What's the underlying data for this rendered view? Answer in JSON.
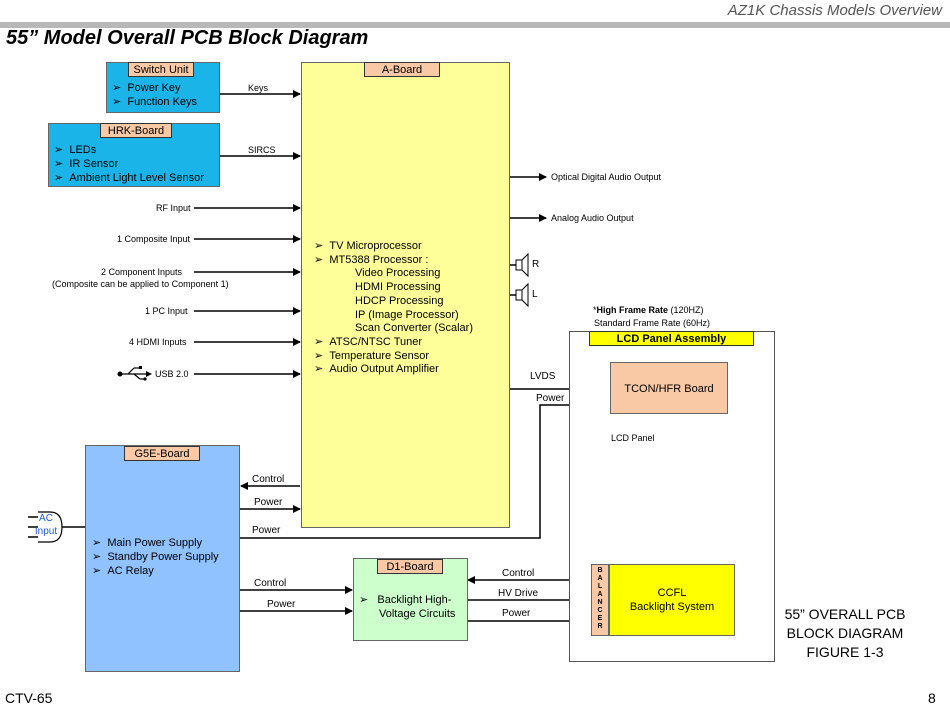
{
  "header": {
    "chassis_title": "AZ1K Chassis Models Overview"
  },
  "page_title": "55” Model Overall PCB Block Diagram",
  "switch_unit": {
    "tag": "Switch Unit",
    "items": [
      "Power Key",
      "Function Keys"
    ]
  },
  "hrk_board": {
    "tag": "HRK-Board",
    "items": [
      "LEDs",
      "IR Sensor",
      "Ambient Light Level Sensor"
    ]
  },
  "a_board": {
    "tag": "A-Board",
    "items": [
      "TV Microprocessor",
      "MT5388 Processor :"
    ],
    "sub_items": [
      "Video Processing",
      "HDMI Processing",
      "HDCP Processing",
      "IP (Image Processor)",
      "Scan Converter (Scalar)"
    ],
    "items2": [
      "ATSC/NTSC Tuner",
      "Temperature Sensor",
      "Audio Output Amplifier"
    ]
  },
  "inputs": {
    "keys": "Keys",
    "sircs": "SIRCS",
    "rf": "RF Input",
    "composite": "1 Composite Input",
    "component": "2 Component Inputs",
    "component_note": "(Composite can be applied to Component 1)",
    "pc": "1 PC Input",
    "hdmi": "4 HDMI Inputs",
    "usb": "USB 2.0"
  },
  "outputs": {
    "optical": "Optical Digital Audio Output",
    "analog": "Analog Audio Output",
    "speaker_r": "R",
    "speaker_l": "L"
  },
  "frame_rate": {
    "high_prefix": "*",
    "high_bold": "High Frame Rate",
    "high_rest": " (120HZ)",
    "standard": "Standard Frame Rate (60Hz)"
  },
  "lcd_assembly": {
    "tag": "LCD Panel Assembly",
    "tcon": "TCON/HFR Board",
    "panel_label": "LCD Panel",
    "ccfl": "CCFL\nBacklight System",
    "balancer": [
      "B",
      "A",
      "L",
      "A",
      "N",
      "C",
      "E",
      "R"
    ]
  },
  "signals": {
    "lvds": "LVDS",
    "power_tcon": "Power",
    "control_g5e": "Control",
    "power_g5e_in": "Power",
    "power_g5e_out": "Power",
    "control_d1": "Control",
    "power_d1": "Power",
    "control_ccfl": "Control",
    "hv_drive": "HV Drive",
    "power_ccfl": "Power"
  },
  "g5e_board": {
    "tag": "G5E-Board",
    "items": [
      "Main Power Supply",
      "Standby Power Supply",
      "AC Relay"
    ]
  },
  "ac_input": {
    "line1": "AC",
    "line2": "Input"
  },
  "d1_board": {
    "tag": "D1-Board",
    "items": [
      "Backlight High-",
      "Voltage Circuits"
    ]
  },
  "caption": {
    "line1": "55” OVERALL PCB",
    "line2": "BLOCK DIAGRAM",
    "line3": "FIGURE 1-3"
  },
  "footer": {
    "left": "CTV-65",
    "page": "8"
  },
  "colors": {
    "switch_unit": "#1ab4e8",
    "hrk_board": "#1ab4e8",
    "a_board": "#ffff99",
    "g5e_board": "#8fc2ff",
    "d1_board": "#ccffcc",
    "tcon": "#f8c9a4",
    "ccfl": "#ffff00",
    "tag": "#f8c9a4"
  }
}
